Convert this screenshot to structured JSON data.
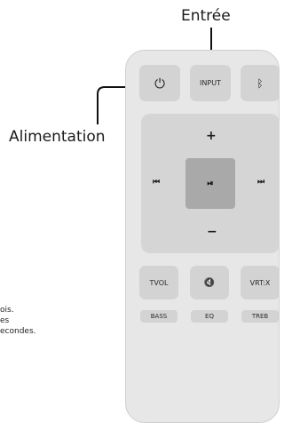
{
  "callouts": {
    "input_label": "Entrée",
    "power_label": "Alimentation"
  },
  "side_notes": [
    "ois.",
    "es",
    "econdes."
  ],
  "remote": {
    "power_glyph": "⏻",
    "input_label": "INPUT",
    "bluetooth_glyph": "ᛒ",
    "vol_up": "+",
    "vol_down": "−",
    "prev_glyph": "⏮",
    "next_glyph": "⏭",
    "play_pause_glyph": "⏯",
    "tvol_label": "TVOL",
    "mute_glyph": "🔇",
    "vrtx_label": "VRT:X",
    "bass_label": "BASS",
    "eq_label": "EQ",
    "treb_label": "TREB"
  }
}
